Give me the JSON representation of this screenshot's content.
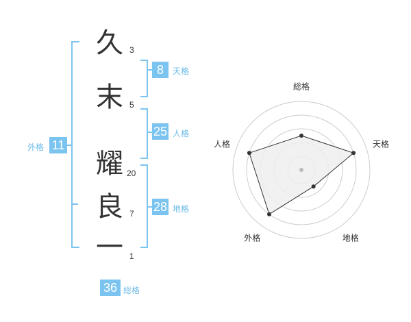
{
  "name": {
    "characters": [
      {
        "char": "久",
        "strokes": "3"
      },
      {
        "char": "末",
        "strokes": "5"
      },
      {
        "char": "耀",
        "strokes": "20"
      },
      {
        "char": "良",
        "strokes": "7"
      },
      {
        "char": "一",
        "strokes": "1"
      }
    ]
  },
  "fortune": {
    "tenkaku": {
      "value": "8",
      "label": "天格"
    },
    "jinkaku": {
      "value": "25",
      "label": "人格"
    },
    "chikaku": {
      "value": "28",
      "label": "地格"
    },
    "gaikaku": {
      "value": "11",
      "label": "外格"
    },
    "soukaku": {
      "value": "36",
      "label": "総格"
    }
  },
  "chart_data": {
    "type": "radar",
    "axes": [
      "総格",
      "天格",
      "地格",
      "外格",
      "人格"
    ],
    "values": [
      2.5,
      4,
      1.5,
      4,
      4
    ],
    "range": [
      0,
      5
    ],
    "rings": 5,
    "colors": {
      "fill": "#eeeeee",
      "line": "#333333",
      "ring": "#cccccc",
      "center": "#bbbbbb"
    }
  },
  "colors": {
    "accent": "#7cc4f0"
  }
}
